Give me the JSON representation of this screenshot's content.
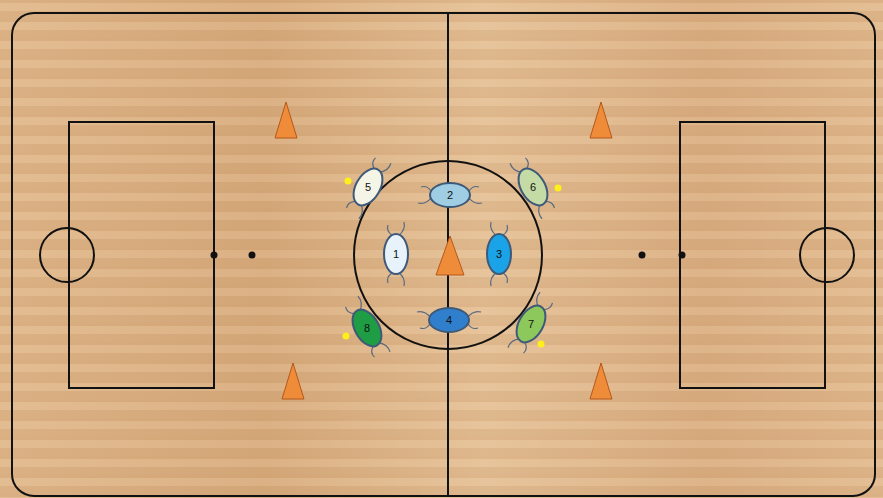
{
  "diagram": {
    "nodes": [
      {
        "text": [
          "5"
        ]
      },
      {
        "text": [
          "2"
        ]
      },
      {
        "text": [
          "6"
        ]
      },
      {
        "text": [
          "1"
        ]
      },
      {
        "text": [
          "3"
        ]
      },
      {
        "text": [
          "8"
        ]
      },
      {
        "text": [
          "4"
        ]
      },
      {
        "text": [
          "7"
        ]
      }
    ]
  }
}
